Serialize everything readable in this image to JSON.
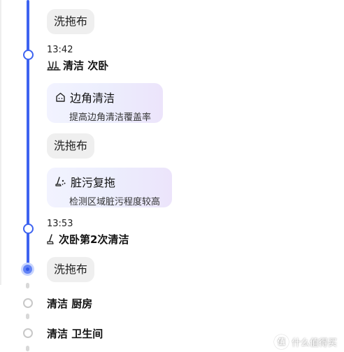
{
  "timeline": {
    "chip_1": "洗拖布",
    "step_1_time": "13:42",
    "step_1_title": "清洁 次卧",
    "card_1_title": "边角清洁",
    "card_1_desc": "提高边角清洁覆盖率",
    "chip_2": "洗拖布",
    "card_2_title": "脏污复拖",
    "card_2_desc": "检测区域脏污程度较高",
    "step_2_time": "13:53",
    "step_2_title": "次卧第2次清洁",
    "chip_current": "洗拖布",
    "pending_1": "清洁 厨房",
    "pending_2": "清洁 卫生间"
  },
  "watermark": {
    "logo_char": "值",
    "text": "什么值得买"
  },
  "colors": {
    "accent": "#3d63f0",
    "chip_bg": "#efefef",
    "pending_node": "#c8c8c8"
  }
}
